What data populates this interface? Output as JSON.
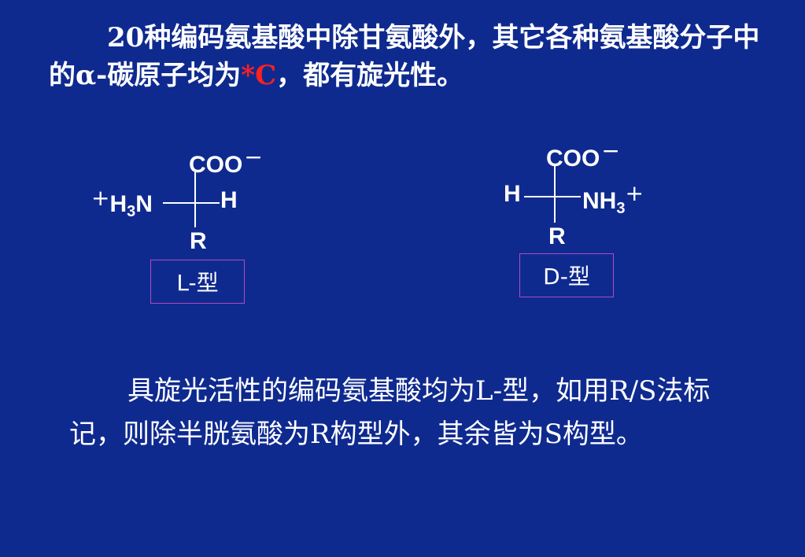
{
  "intro": {
    "line_pre": "20种编码氨基酸中除甘氨酸外，其它各种氨基酸分子中的",
    "alpha": "α",
    "line_mid": "-碳原子均为",
    "chiral_mark": "*C",
    "line_post": "，都有旋光性。"
  },
  "l_form": {
    "top_group": "COO",
    "top_charge": "−",
    "left_charge": "+",
    "left_group_h": "H",
    "left_group_sub": "3",
    "left_group_n": "N",
    "right_group": "H",
    "bottom_group": "R",
    "label": "L-型"
  },
  "d_form": {
    "top_group": "COO",
    "top_charge": "−",
    "left_group": "H",
    "right_group_nh": "NH",
    "right_group_sub": "3",
    "right_charge": "+",
    "bottom_group": "R",
    "label": "D-型"
  },
  "note": {
    "text": "具旋光活性的编码氨基酸均为L-型，如用R/S法标记，则除半胱氨酸为R构型外，其余皆为S构型。"
  }
}
